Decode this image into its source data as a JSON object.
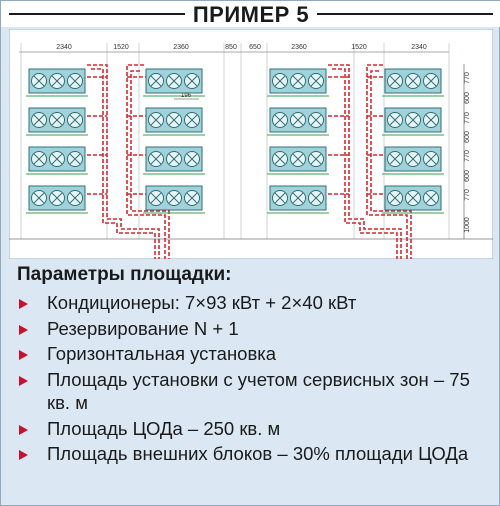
{
  "title": "ПРИМЕР 5",
  "dimensions_top": [
    "2340",
    "1520",
    "2360",
    "850",
    "650",
    "2360",
    "1520",
    "2340"
  ],
  "dimensions_right": [
    "770",
    "600",
    "770",
    "600",
    "770",
    "600",
    "770",
    "1000"
  ],
  "pipe_label": "196",
  "units": {
    "rows": 4,
    "fans_per_unit": 3,
    "columns": 4
  },
  "colors": {
    "background": "#dbe8f4",
    "accent": "#c8102e",
    "unit_fill": "#9fd3d9",
    "pipe": "#d8262e"
  },
  "params": {
    "title": "Параметры площадки:",
    "items": [
      "Кондиционеры: 7×93 кВт + 2×40 кВт",
      "Резервирование N + 1",
      "Горизонтальная установка",
      "Площадь установки с учетом сервисных зон – 75 кв. м",
      "Площадь ЦОДа – 250 кв. м",
      "Площадь внешних блоков – 30% площади ЦОДа"
    ]
  }
}
